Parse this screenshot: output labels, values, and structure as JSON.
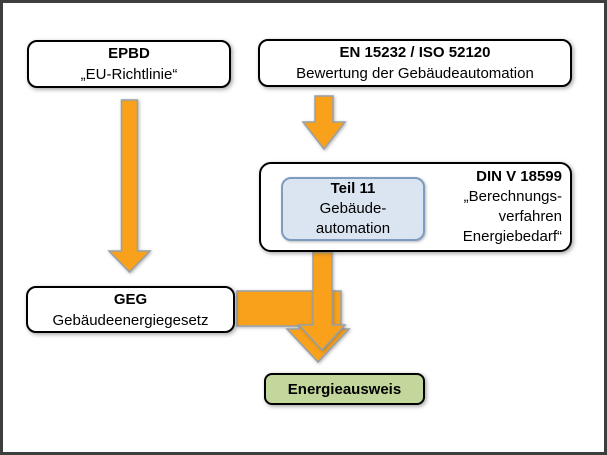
{
  "colors": {
    "background": "#FFFFFF",
    "frame_border": "#3E3E3E",
    "box_fill": "#FFFFFF",
    "box_border": "#000000",
    "arrow_fill": "#F9A11B",
    "arrow_outline": "#98A0A8",
    "teil11_fill": "#DBE5F1",
    "teil11_border": "#7E9CC0",
    "energieausweis_fill": "#C3D69B"
  },
  "boxes": {
    "epbd": {
      "title": "EPBD",
      "subtitle": "„EU-Richtlinie“"
    },
    "en_iso": {
      "title": "EN 15232 / ISO 52120",
      "subtitle": "Bewertung der Gebäudeautomation"
    },
    "din": {
      "title": "DIN V 18599",
      "line1": "„Berechnungs-",
      "line2": "verfahren",
      "line3": "Energiebedarf“"
    },
    "teil11": {
      "title": "Teil 11",
      "line1": "Gebäude-",
      "line2": "automation"
    },
    "geg": {
      "title": "GEG",
      "subtitle": "Gebäudeenergiegesetz"
    },
    "energieausweis": {
      "label": "Energieausweis"
    }
  },
  "arrows": [
    {
      "name": "arrow-epbd-to-geg",
      "from": "EPBD",
      "to": "GEG"
    },
    {
      "name": "arrow-en-iso-to-din",
      "from": "EN 15232 / ISO 52120",
      "to": "DIN V 18599 Teil 11"
    },
    {
      "name": "arrow-geg-to-energieausweis",
      "from": "GEG",
      "to": "Energieausweis"
    },
    {
      "name": "arrow-din-to-energieausweis",
      "from": "DIN V 18599 Teil 11",
      "to": "Energieausweis"
    }
  ]
}
